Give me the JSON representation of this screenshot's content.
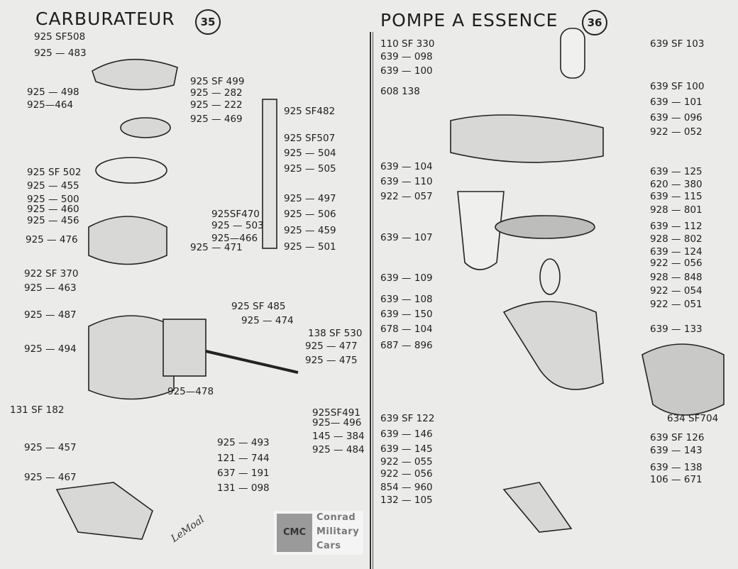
{
  "left_page": {
    "title": "CARBURATEUR",
    "page_number": "35",
    "signature": "LeMoal",
    "labels": [
      "925 SF508",
      "925 — 483",
      "925 SF 499",
      "925 — 498",
      "925 — 282",
      "925—464",
      "925 — 222",
      "925 — 469",
      "925 SF482",
      "925 SF507",
      "925 — 504",
      "925 SF 502",
      "925 — 505",
      "925 — 455",
      "925 — 500",
      "925 — 460",
      "925 — 456",
      "925 — 497",
      "925SF470",
      "925 — 506",
      "925 — 503",
      "925 — 459",
      "925 — 476",
      "925—466",
      "925 — 471",
      "925 — 501",
      "922 SF 370",
      "925 — 463",
      "925 SF 485",
      "925 — 474",
      "925 — 487",
      "138 SF 530",
      "925 — 477",
      "925 — 494",
      "925 — 475",
      "925—478",
      "131 SF 182",
      "925SF491",
      "925— 496",
      "145 — 384",
      "925 — 484",
      "925 — 457",
      "925 — 493",
      "121 — 744",
      "925 — 467",
      "637 — 191",
      "131 — 098"
    ]
  },
  "right_page": {
    "title": "POMPE A ESSENCE",
    "page_number": "36",
    "labels": [
      "110 SF 330",
      "639 — 098",
      "639 — 100",
      "608   138",
      "639 SF 103",
      "639 SF 100",
      "639 — 101",
      "639 — 096",
      "922 — 052",
      "639 — 104",
      "639 — 110",
      "922 — 057",
      "639 — 125",
      "620 — 380",
      "639 — 115",
      "928 — 801",
      "639 — 112",
      "639 — 107",
      "928 — 802",
      "639 — 124",
      "922 — 056",
      "639 — 109",
      "928 — 848",
      "922 — 054",
      "639 — 108",
      "922 — 051",
      "639 — 150",
      "678 — 104",
      "639 — 133",
      "687 — 896",
      "634 SF704",
      "639 SF 122",
      "639 SF 126",
      "639 — 146",
      "639 — 145",
      "639 — 143",
      "922 — 055",
      "639 — 138",
      "922 — 056",
      "106 — 671",
      "854 — 960",
      "132 — 105"
    ]
  },
  "watermark": {
    "badge": "CMC",
    "line1": "Conrad",
    "line2": "Military",
    "line3": "Cars"
  }
}
